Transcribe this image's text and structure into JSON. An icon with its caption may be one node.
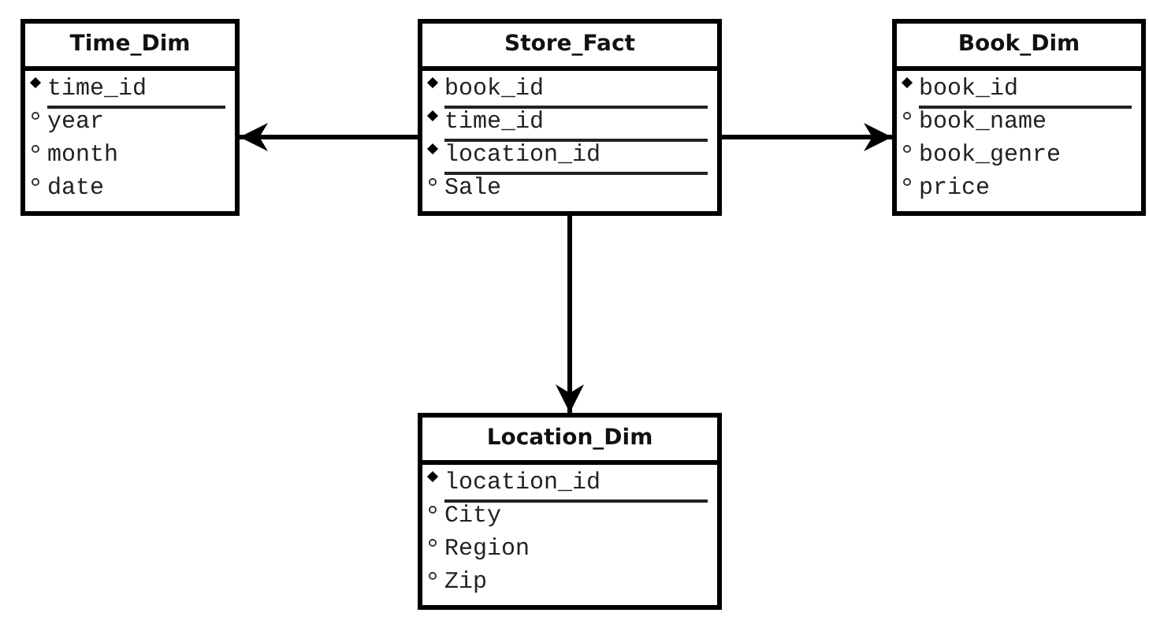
{
  "diagram": {
    "nodes": [
      {
        "text": [
          "Time_Dim",
          "time_id",
          "year",
          "month",
          "date"
        ]
      },
      {
        "text": [
          "Store_Fact",
          "book_id",
          "time_id",
          "location_id",
          "Sale"
        ]
      },
      {
        "text": [
          "Book_Dim",
          "book_id",
          "book_name",
          "book_genre",
          "price"
        ]
      },
      {
        "text": [
          "Location_Dim",
          "location_id",
          "City",
          "Region",
          "Zip"
        ]
      }
    ],
    "edges": [
      {
        "from": 1,
        "to": 0,
        "arrow": "to"
      },
      {
        "from": 1,
        "to": 2,
        "arrow": "to"
      },
      {
        "from": 1,
        "to": 3,
        "arrow": "to"
      }
    ]
  }
}
